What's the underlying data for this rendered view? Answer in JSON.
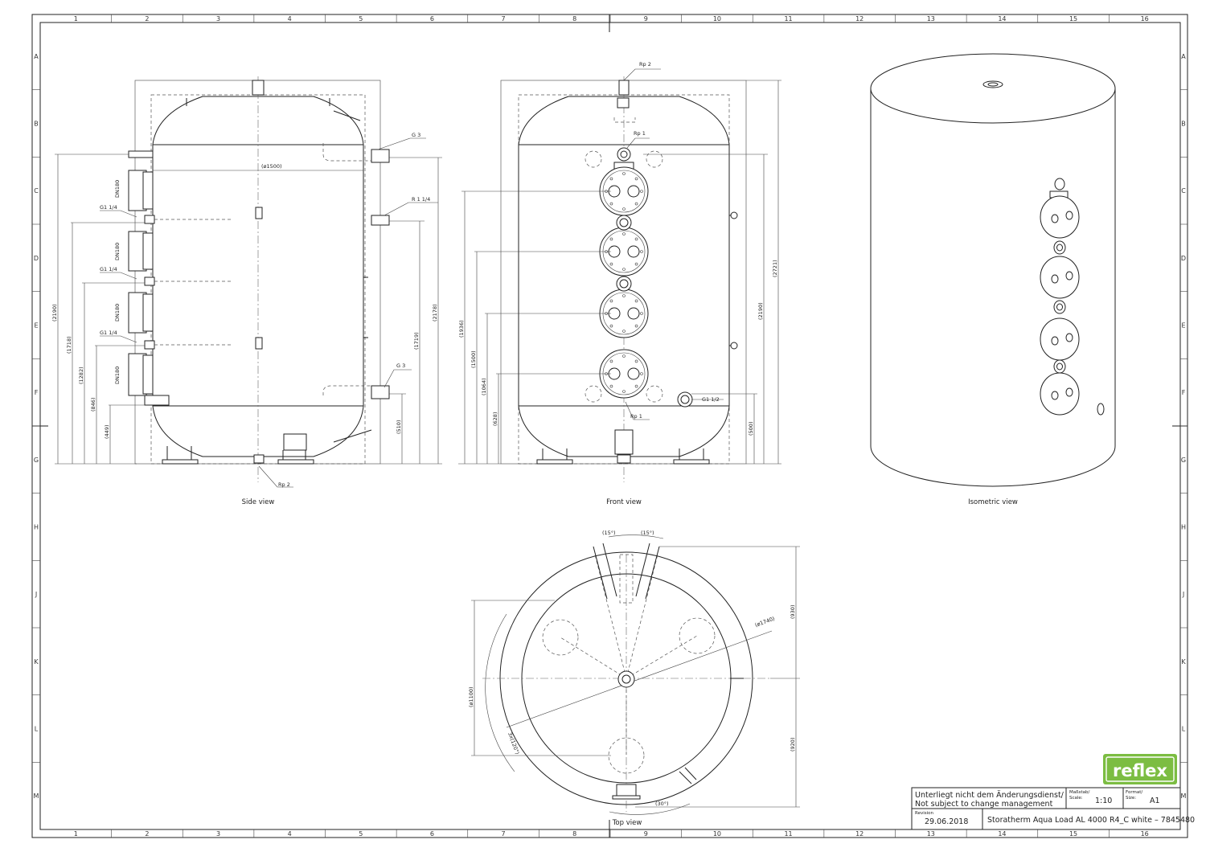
{
  "grid": {
    "columns": [
      "1",
      "2",
      "3",
      "4",
      "5",
      "6",
      "7",
      "8",
      "9",
      "10",
      "11",
      "12",
      "13",
      "14",
      "15",
      "16"
    ],
    "rows": [
      "A",
      "B",
      "C",
      "D",
      "E",
      "F",
      "G",
      "H",
      "J",
      "K",
      "L",
      "M"
    ]
  },
  "views": {
    "side": "Side view",
    "front": "Front view",
    "isometric": "Isometric view",
    "top": "Top view"
  },
  "side_labels": {
    "g3_top": "G 3",
    "r114": "R 1 1/4",
    "g3_bottom": "G 3",
    "rp2": "Rp 2",
    "g14_a": "G1 1/4",
    "g14_b": "G1 1/4",
    "g14_c": "G1 1/4",
    "dn_1": "DN180",
    "dn_2": "DN180",
    "dn_3": "DN180",
    "dn_4": "DN180",
    "dim_2190": "(2190)",
    "dim_1718": "(1718)",
    "dim_1282": "(1282)",
    "dim_846": "(846)",
    "dim_449": "(449)",
    "dim_1500": "(ø1500)",
    "dim_2178": "(2178)",
    "dim_1719": "(1719)",
    "dim_510": "(510)"
  },
  "front_labels": {
    "rp2": "Rp 2",
    "rp1_top": "Rp 1",
    "rp1_bottom": "Rp 1",
    "g112": "G1 1/2",
    "dim_1936": "(1936)",
    "dim_1500": "(1500)",
    "dim_1064": "(1064)",
    "dim_628": "(628)",
    "dim_2721": "(2721)",
    "dim_2190": "(2190)",
    "dim_500": "(500)"
  },
  "top_labels": {
    "a15_left": "(15°)",
    "a15_right": "(15°)",
    "dim_1740": "(ø1740)",
    "dim_1100": "(ø1100)",
    "dim_930": "(930)",
    "dim_920": "(920)",
    "a3x120": "3x(120°)",
    "a30": "(30°)"
  },
  "brand": {
    "logo": "reflex",
    "color": "#7cbd42"
  },
  "title_block": {
    "note_de": "Unterliegt nicht dem Änderungsdienst/",
    "note_en": "Not subject to change management",
    "scale_label_de": "Maßstab/",
    "scale_label_en": "Scale:",
    "scale_value": "1:10",
    "format_label_de": "Format/",
    "format_label_en": "Size:",
    "format_value": "A1",
    "revision_label": "Revision",
    "revision_date": "29.06.2018",
    "title": "Storatherm Aqua Load AL 4000 R4_C white – 7845480"
  }
}
